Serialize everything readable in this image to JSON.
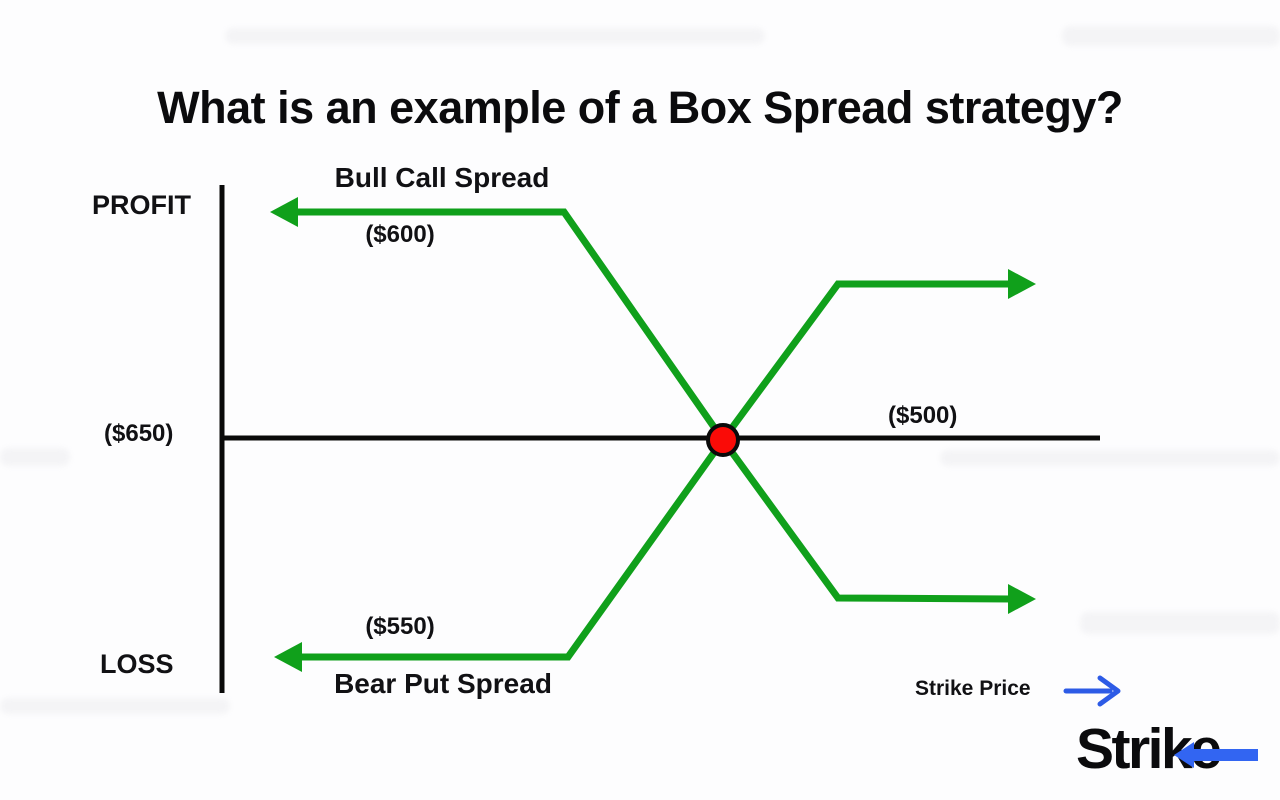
{
  "title": "What is an example of a Box Spread strategy?",
  "labels": {
    "profit": "PROFIT",
    "loss": "LOSS",
    "bull_call_spread": "Bull Call Spread",
    "bull_call_value": "($600)",
    "bear_put_spread": "Bear Put Spread",
    "bear_put_value": "($550)",
    "y_axis_value": "($650)",
    "x_axis_value": "($500)",
    "x_axis_title": "Strike Price"
  },
  "logo": {
    "text": "Strike"
  },
  "colors": {
    "green": "#10a01b",
    "red": "#fa0b07",
    "blue": "#2d5be6",
    "logo_blue": "#3265f2",
    "black": "#0a0a0a"
  },
  "chart_data": {
    "type": "line",
    "title": "What is an example of a Box Spread strategy?",
    "xlabel": "Strike Price",
    "ylabel": "PROFIT (top) / LOSS (bottom)",
    "grid": false,
    "legend_position": "inline annotations",
    "series": [
      {
        "name": "Bull Call Spread",
        "value_label": "($600)",
        "shape": "flat level at top-left (arrow pointing left), slopes down through the strike-price crossing on the x-axis, flattens at bottom-right (arrow pointing right)"
      },
      {
        "name": "Bear Put Spread",
        "value_label": "($550)",
        "shape": "flat level at bottom-left (arrow pointing left), slopes up through the strike-price crossing on the x-axis, flattens at top-right (arrow pointing right)"
      }
    ],
    "annotations": [
      "($650) marked on the y-axis level (left of vertical axis)",
      "($500) marked above the x-axis on the right side",
      "red dot marks where both spreads cross the x-axis at the strike price"
    ],
    "crossing_marker": "red circle with black outline at intersection of both payoff lines and the x-axis"
  }
}
